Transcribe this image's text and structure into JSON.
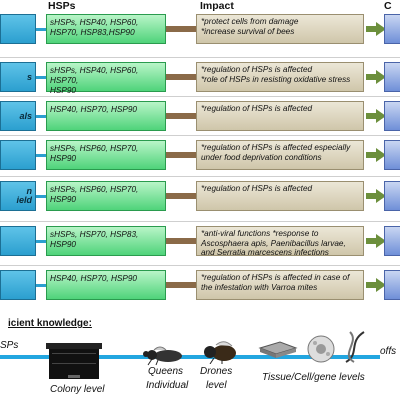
{
  "headers": {
    "hsps": "HSPs",
    "impact": "Impact",
    "outcome": "C"
  },
  "rows": [
    {
      "left": "",
      "hsps": "sHSPs, HSP40, HSP60,\nHSP70, HSP83,HSP90",
      "impact": "*protect cells from damage\n*increase survival of bees"
    },
    {
      "left": "s",
      "hsps": "sHSPs, HSP40, HSP60, HSP70,\nHSP90",
      "impact": "*regulation of HSPs is affected\n*role of HSPs in resisting oxidative stress"
    },
    {
      "left": "als",
      "hsps": "HSP40, HSP70, HSP90",
      "impact": "*regulation of HSPs is affected"
    },
    {
      "left": "",
      "hsps": "sHSPs, HSP60, HSP70, HSP90",
      "impact": "*regulation of HSPs is affected especially\nunder food deprivation conditions"
    },
    {
      "left": "n\nield",
      "hsps": "sHSPs, HSP60, HSP70, HSP90",
      "impact": "*regulation of HSPs is affected"
    },
    {
      "left": "",
      "hsps": "sHSPs, HSP70, HSP83, HSP90",
      "impact": "*anti-viral functions  *response to\nAscosphaera apis, Paenibacillus larvae,\nand Serratia marcescens infections"
    },
    {
      "left": "",
      "hsps": "HSP40, HSP70, HSP90",
      "impact": "*regulation of HSPs is affected in case of\nthe infestation with Varroa mites"
    }
  ],
  "knowledge_title": "icient knowledge:",
  "bottom": {
    "start": "SPs",
    "colony": "Colony level",
    "queens": "Queens",
    "individual": "Individual",
    "drones": "Drones",
    "level": "level",
    "tissue": "Tissue/Cell/gene levels",
    "end": "offs"
  },
  "colors": {
    "left_box": "#2b9fcf",
    "hsp_box": "#4fd37a",
    "impact_box": "#cfc6aa",
    "connector": "#8a6a48",
    "outcome_arrow": "#6c8f3c",
    "outcome_box": "#6f8fd8",
    "timeline": "#22a6e0"
  }
}
